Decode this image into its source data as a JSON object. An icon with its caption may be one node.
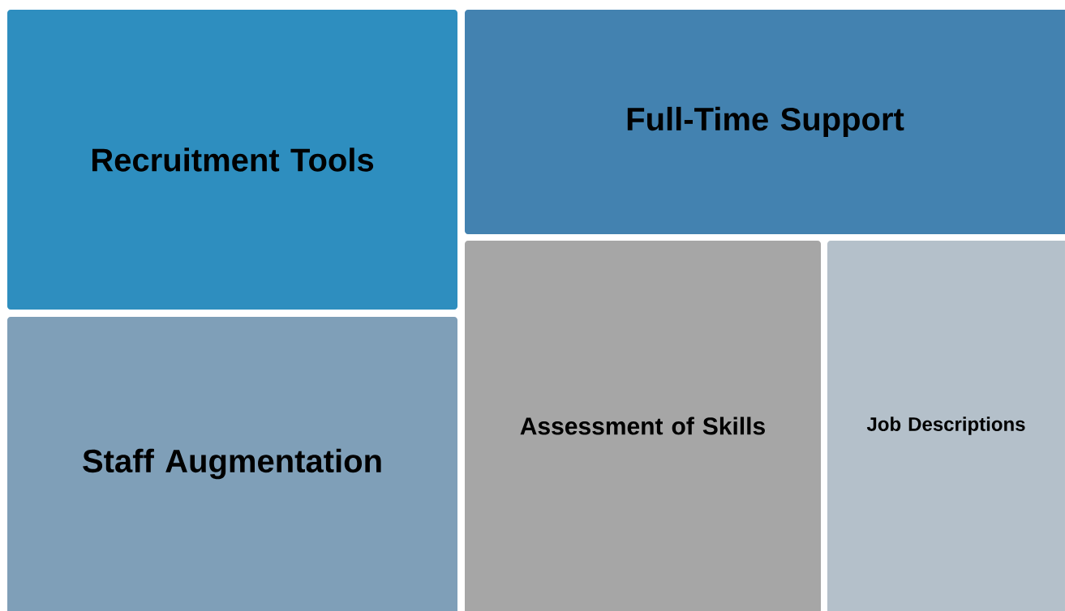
{
  "diagram": {
    "nodes": [
      {
        "text": [
          "Recruitment Tools"
        ]
      },
      {
        "text": [
          "Full-Time Support"
        ]
      },
      {
        "text": [
          "Staff Augmentation"
        ]
      },
      {
        "text": [
          "Assessment of Skills"
        ]
      },
      {
        "text": [
          "Job Descriptions"
        ]
      }
    ]
  }
}
